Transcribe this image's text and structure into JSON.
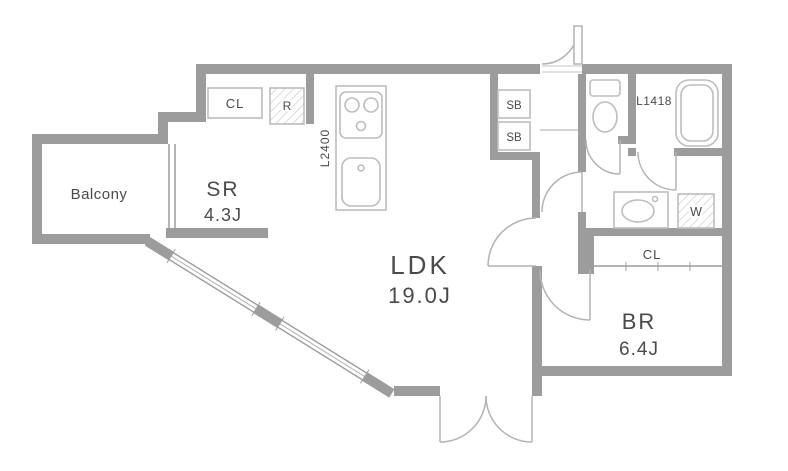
{
  "colors": {
    "wall": "#9c9c9c",
    "fixture": "#bdbdbd",
    "door": "#b3b3b3",
    "thin": "#c6c6c6",
    "text": "#4a4a4a",
    "background": "#ffffff"
  },
  "rooms": {
    "balcony": {
      "label": "Balcony"
    },
    "service_room": {
      "label": "SR",
      "size": "4.3J"
    },
    "living_dining_kitchen": {
      "label": "LDK",
      "size": "19.0J"
    },
    "bedroom": {
      "label": "BR",
      "size": "6.4J"
    }
  },
  "fixtures": {
    "closet_sr": "CL",
    "refrigerator": "R",
    "kitchen_counter_length": "L2400",
    "shoe_box_upper": "SB",
    "shoe_box_lower": "SB",
    "bathtub_model": "L1418",
    "washing_machine": "W",
    "closet_br": "CL"
  }
}
